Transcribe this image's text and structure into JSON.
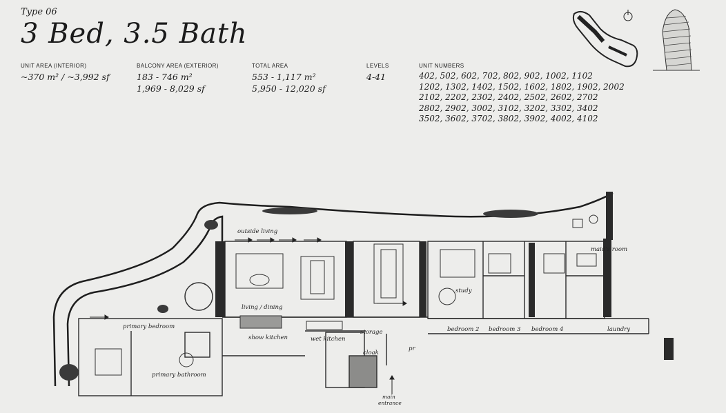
{
  "header": {
    "type_label": "Type 06",
    "title": "3 Bed, 3.5 Bath"
  },
  "stats": {
    "unit_area": {
      "label": "UNIT AREA (INTERIOR)",
      "line1": "~370 m² / ~3,992 sf"
    },
    "balcony_area": {
      "label": "BALCONY AREA (EXTERIOR)",
      "line1": "183 - 746 m²",
      "line2": "1,969 - 8,029 sf"
    },
    "total_area": {
      "label": "TOTAL AREA",
      "line1": "553 - 1,117 m²",
      "line2": "5,950 - 12,020 sf"
    },
    "levels": {
      "label": "LEVELS",
      "line1": "4-41"
    },
    "unit_numbers": {
      "label": "UNIT NUMBERS",
      "lines": [
        "402, 502, 602, 702, 802, 902, 1002, 1102",
        "1202, 1302, 1402, 1502, 1602, 1802, 1902, 2002",
        "2102, 2202, 2302, 2402, 2502, 2602, 2702",
        "2802, 2902, 3002, 3102, 3202, 3302, 3402",
        "3502, 3602, 3702, 3802, 3902, 4002, 4102"
      ]
    }
  },
  "plan": {
    "rooms": {
      "outside_living": "outside living",
      "living_dining": "living / dining",
      "primary_bedroom": "primary bedroom",
      "primary_bathroom": "primary bathroom",
      "show_kitchen": "show kitchen",
      "wet_kitchen": "wet kitchen",
      "storage": "storage",
      "cloak": "cloak",
      "pr": "pr",
      "study": "study",
      "bedroom2": "bedroom 2",
      "bedroom3": "bedroom 3",
      "bedroom4": "bedroom 4",
      "maids_room": "maid's room",
      "laundry": "laundry",
      "main_entrance_1": "main",
      "main_entrance_2": "entrance"
    }
  },
  "icons": {
    "keyplan": "site-keyplan-icon",
    "tower": "tower-sketch-icon",
    "compass": "north-arrow-icon"
  }
}
